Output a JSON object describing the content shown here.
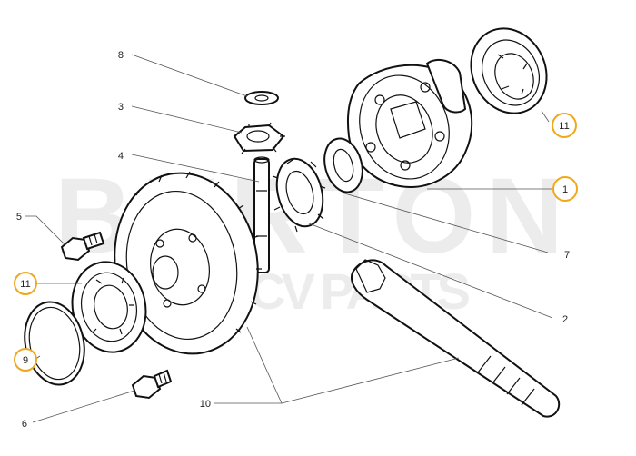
{
  "watermark": {
    "line1": "BURTON",
    "line2": "2CV PARTS"
  },
  "labels": [
    {
      "id": "8",
      "text": "8",
      "highlighted": false
    },
    {
      "id": "3",
      "text": "3",
      "highlighted": false
    },
    {
      "id": "4",
      "text": "4",
      "highlighted": false
    },
    {
      "id": "5",
      "text": "5",
      "highlighted": false
    },
    {
      "id": "11a",
      "text": "11",
      "highlighted": true
    },
    {
      "id": "9",
      "text": "9",
      "highlighted": true
    },
    {
      "id": "6",
      "text": "6",
      "highlighted": false
    },
    {
      "id": "10",
      "text": "10",
      "highlighted": false
    },
    {
      "id": "11b",
      "text": "11",
      "highlighted": true
    },
    {
      "id": "1",
      "text": "1",
      "highlighted": true
    },
    {
      "id": "7",
      "text": "7",
      "highlighted": false
    },
    {
      "id": "2",
      "text": "2",
      "highlighted": false
    }
  ],
  "colors": {
    "highlight": "#f0a81a",
    "line": "#111111",
    "watermark": "#ececec"
  }
}
